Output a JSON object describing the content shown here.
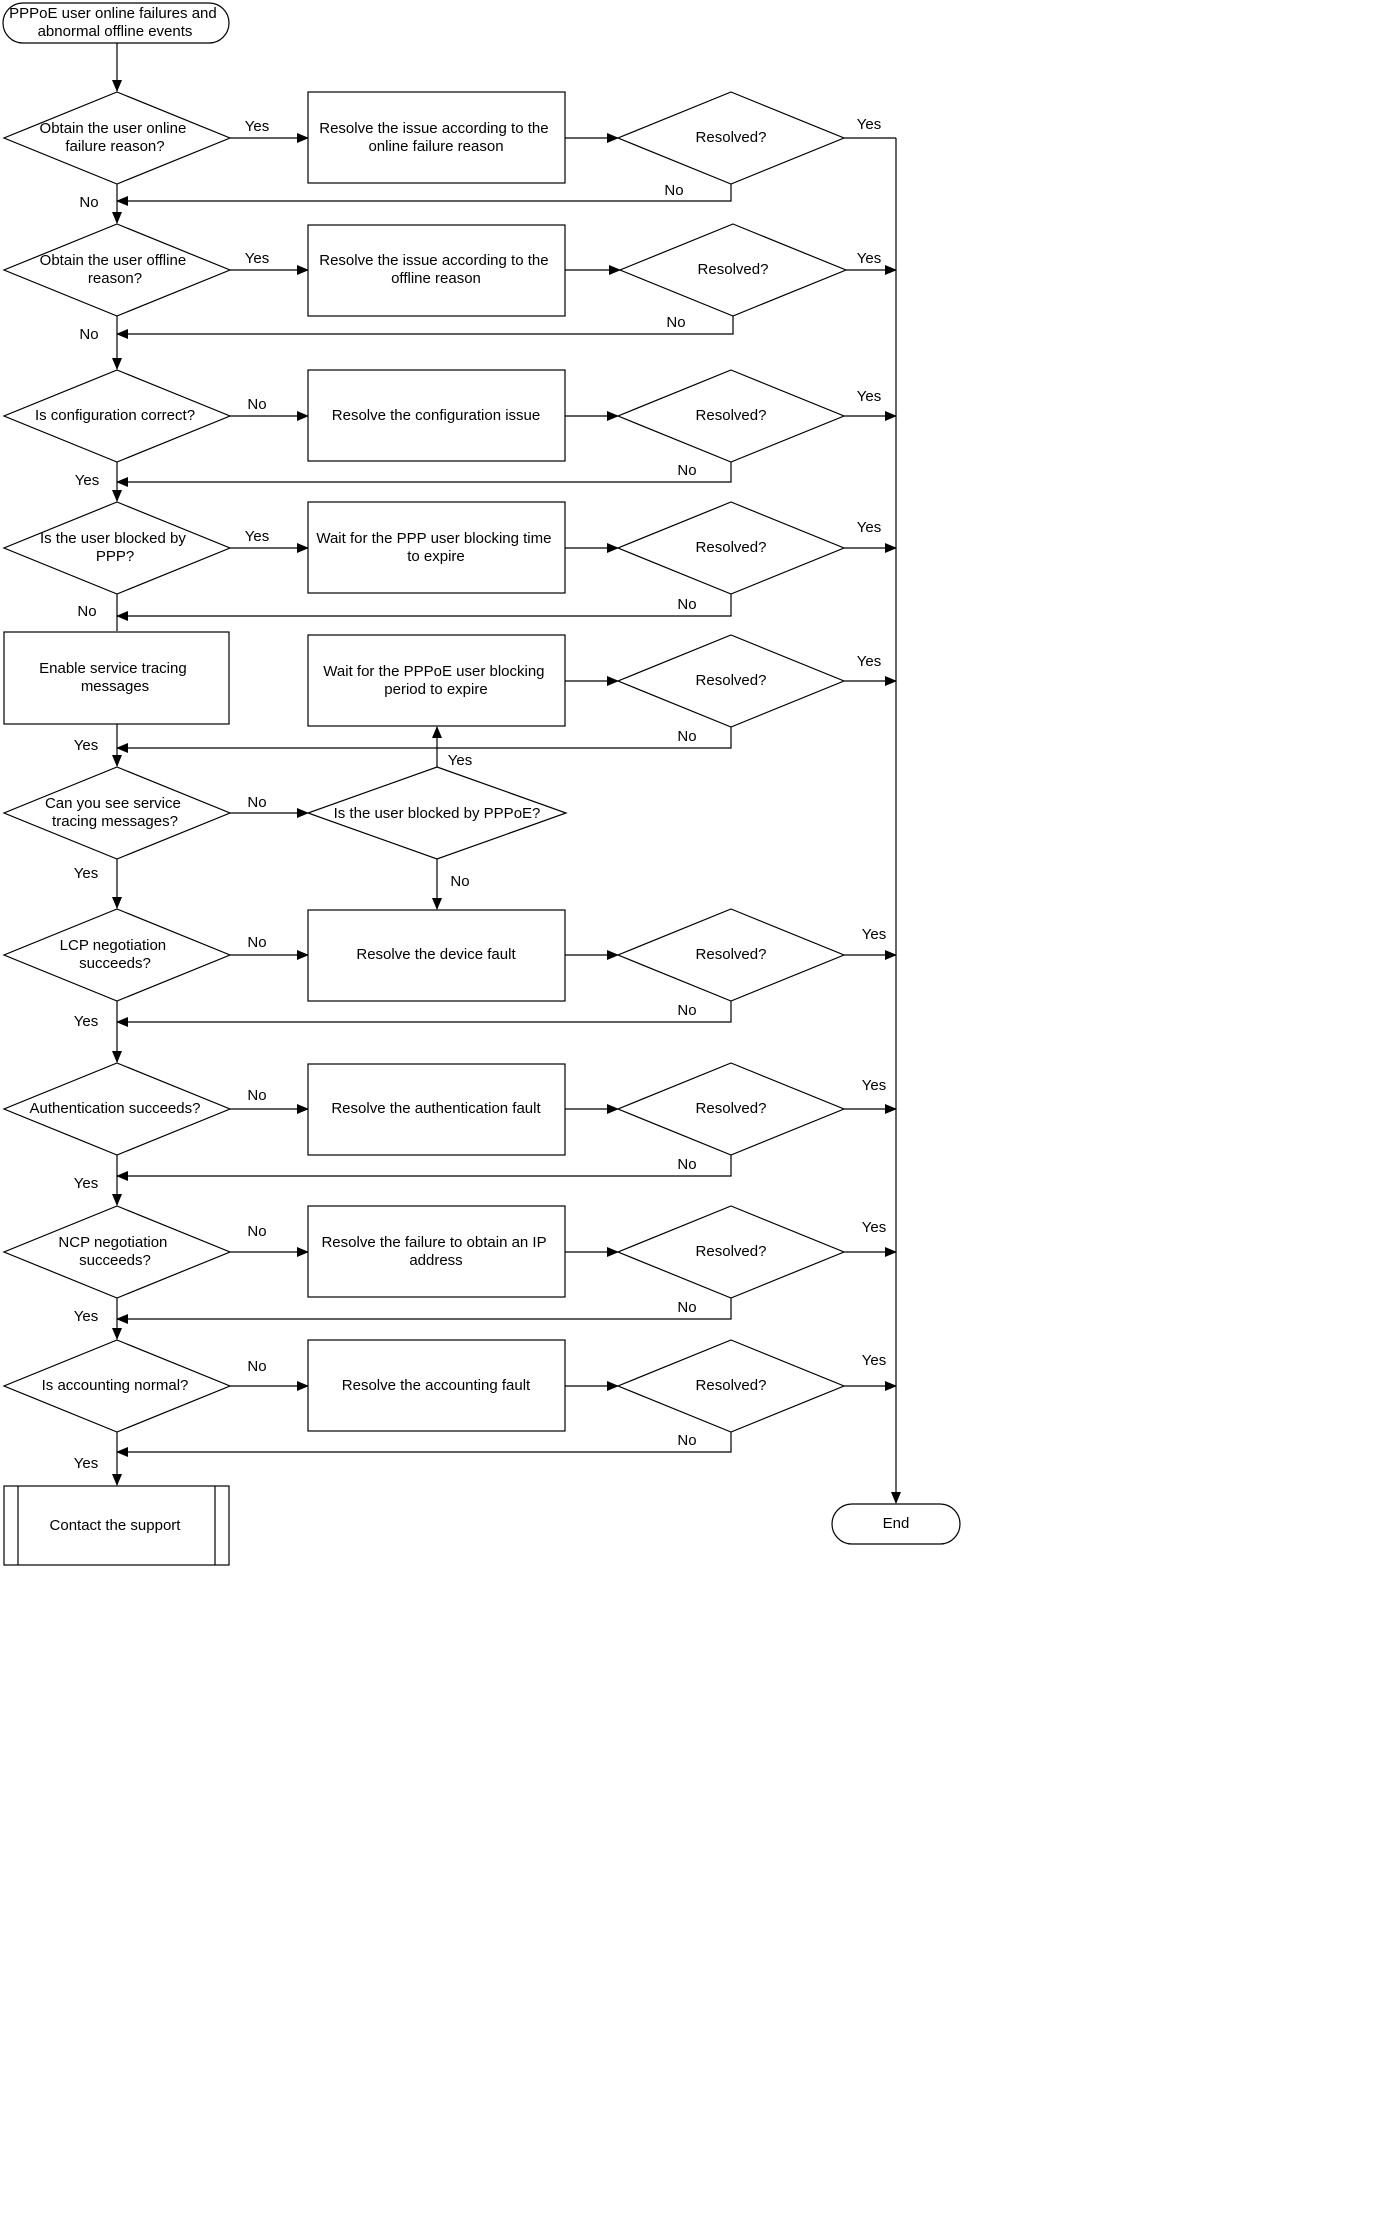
{
  "start": {
    "lines": [
      "PPPoE user online failures and",
      "abnormal offline events"
    ]
  },
  "steps": [
    {
      "question": [
        "Obtain the user online",
        "failure reason?"
      ],
      "branch": "Yes",
      "onward": "No",
      "action": [
        "Resolve the issue according to the",
        "online failure reason"
      ],
      "check": "Resolved?",
      "yes": "Yes",
      "no": "No"
    },
    {
      "question": [
        "Obtain the user offline",
        "reason?"
      ],
      "branch": "Yes",
      "onward": "No",
      "action": [
        "Resolve the issue according to the",
        "offline reason"
      ],
      "check": "Resolved?",
      "yes": "Yes",
      "no": "No"
    },
    {
      "question": [
        "Is configuration correct?"
      ],
      "branch": "No",
      "onward": "Yes",
      "action": [
        "Resolve the configuration issue"
      ],
      "check": "Resolved?",
      "yes": "Yes",
      "no": "No"
    },
    {
      "question": [
        "Is the user blocked by",
        "PPP?"
      ],
      "branch": "Yes",
      "onward": "No",
      "action": [
        "Wait for the PPP user blocking time",
        "to expire"
      ],
      "check": "Resolved?",
      "yes": "Yes",
      "no": "No"
    }
  ],
  "tracing": {
    "enable": [
      "Enable service tracing",
      "messages"
    ],
    "enable_onward": "Yes",
    "question": [
      "Can you see service",
      "tracing messages?"
    ],
    "question_no": "No",
    "question_yes": "Yes",
    "pppoe_question": [
      "Is the user blocked by PPPoE?"
    ],
    "pppoe_yes": "Yes",
    "pppoe_no": "No",
    "pppoe_action": [
      "Wait for the PPPoE user blocking",
      "period to expire"
    ],
    "pppoe_check": "Resolved?",
    "pppoe_check_yes": "Yes",
    "pppoe_check_no": "No"
  },
  "steps2": [
    {
      "question": [
        "LCP negotiation",
        "succeeds?"
      ],
      "branch": "No",
      "onward": "Yes",
      "action": [
        "Resolve the device fault"
      ],
      "check": "Resolved?",
      "yes": "Yes",
      "no": "No"
    },
    {
      "question": [
        "Authentication succeeds?"
      ],
      "branch": "No",
      "onward": "Yes",
      "action": [
        "Resolve the authentication fault"
      ],
      "check": "Resolved?",
      "yes": "Yes",
      "no": "No"
    },
    {
      "question": [
        "NCP negotiation",
        "succeeds?"
      ],
      "branch": "No",
      "onward": "Yes",
      "action": [
        "Resolve the failure to obtain an IP",
        "address"
      ],
      "check": "Resolved?",
      "yes": "Yes",
      "no": "No"
    },
    {
      "question": [
        "Is accounting normal?"
      ],
      "branch": "No",
      "onward": "Yes",
      "action": [
        "Resolve the accounting fault"
      ],
      "check": "Resolved?",
      "yes": "Yes",
      "no": "No"
    }
  ],
  "support": {
    "lines": [
      "Contact the support"
    ]
  },
  "end": {
    "lines": [
      "End"
    ]
  }
}
